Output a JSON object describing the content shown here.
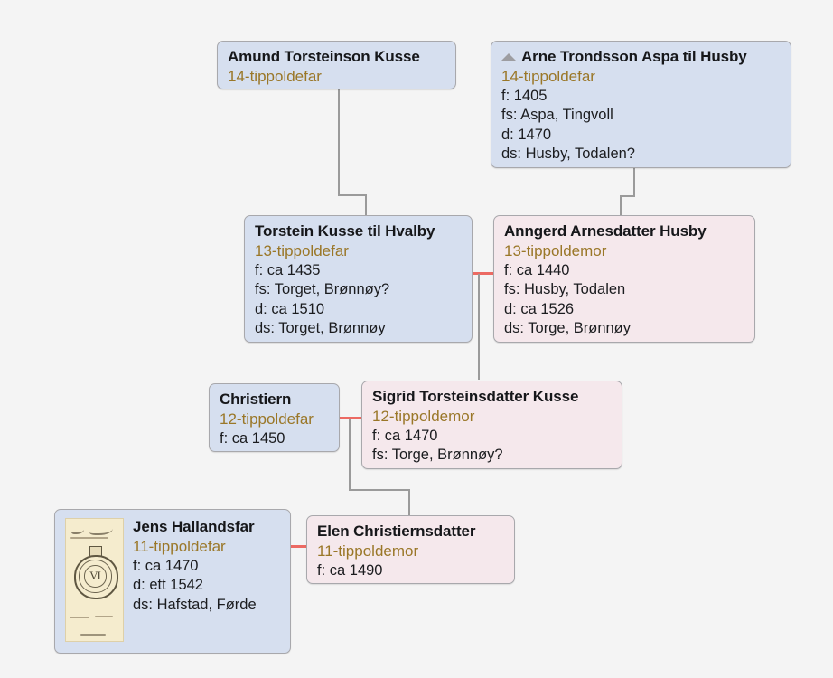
{
  "view": {
    "title": "Family tree chart",
    "background_color": "#f4f4f4",
    "male_box_color": "#d6dfef",
    "female_box_color": "#f5e8ec",
    "relation_label_color": "#9a7728",
    "marriage_line_color": "#ec6a63",
    "descent_line_color": "#9a9a9a"
  },
  "people": {
    "amund": {
      "name": "Amund Torsteinson Kusse",
      "relation": "14-tippoldefar",
      "facts": []
    },
    "arne": {
      "name": "Arne Trondsson Aspa til Husby",
      "relation": "14-tippoldefar",
      "facts": [
        "f: 1405",
        "fs: Aspa, Tingvoll",
        "d: 1470",
        "ds: Husby, Todalen?"
      ],
      "collapse_icon": "triangle-up-icon"
    },
    "torstein": {
      "name": "Torstein Kusse til Hvalby",
      "relation": "13-tippoldefar",
      "facts": [
        "f: ca 1435",
        "fs: Torget, Brønnøy?",
        "d: ca 1510",
        "ds: Torget, Brønnøy"
      ]
    },
    "anngerd": {
      "name": "Anngerd Arnesdatter Husby",
      "relation": "13-tippoldemor",
      "facts": [
        "f: ca 1440",
        "fs: Husby, Todalen",
        "d: ca 1526",
        "ds: Torge, Brønnøy"
      ]
    },
    "christiern": {
      "name": "Christiern",
      "relation": "12-tippoldefar",
      "facts": [
        "f: ca 1450"
      ]
    },
    "sigrid": {
      "name": "Sigrid Torsteinsdatter Kusse",
      "relation": "12-tippoldemor",
      "facts": [
        "f: ca 1470",
        "fs: Torge, Brønnøy?"
      ]
    },
    "jens": {
      "name": "Jens Hallandsfar",
      "relation": "11-tippoldefar",
      "facts": [
        "f: ca 1470",
        "d: ett 1542",
        "ds: Hafstad, Førde"
      ],
      "thumbnail": "wax-seal-document-thumbnail",
      "thumbnail_monogram": "VI"
    },
    "elen": {
      "name": "Elen Christiernsdatter",
      "relation": "11-tippoldemor",
      "facts": [
        "f: ca 1490"
      ]
    }
  }
}
